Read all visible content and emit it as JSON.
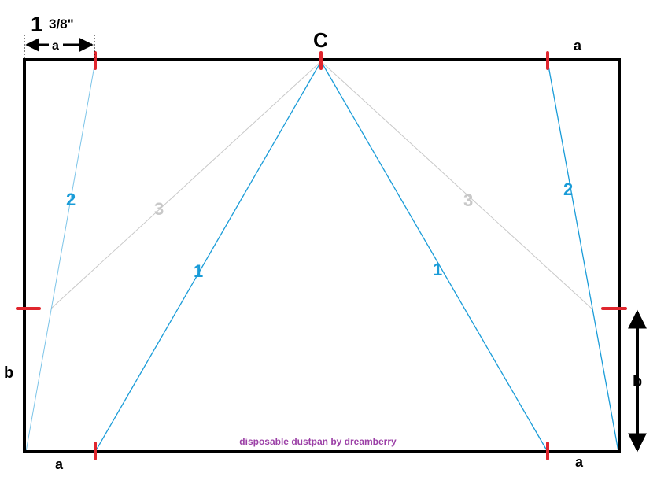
{
  "measurement": {
    "whole": "1",
    "fraction": "3/8\""
  },
  "labels": {
    "apex": "C",
    "a_dim_top_left": "a",
    "a_top_right": "a",
    "a_bottom_left": "a",
    "a_bottom_right": "a",
    "b_left": "b",
    "b_right": "b"
  },
  "lines": {
    "line1_left": "1",
    "line1_right": "1",
    "line2_left": "2",
    "line2_right": "2",
    "line3_left": "3",
    "line3_right": "3"
  },
  "credit": "disposable dustpan by dreamberry",
  "colors": {
    "outline": "#000000",
    "mark": "#e0262e",
    "fold_line": "#1a9cd8",
    "guide_line": "#c8c8c8",
    "credit_text": "#9b3fa6"
  }
}
